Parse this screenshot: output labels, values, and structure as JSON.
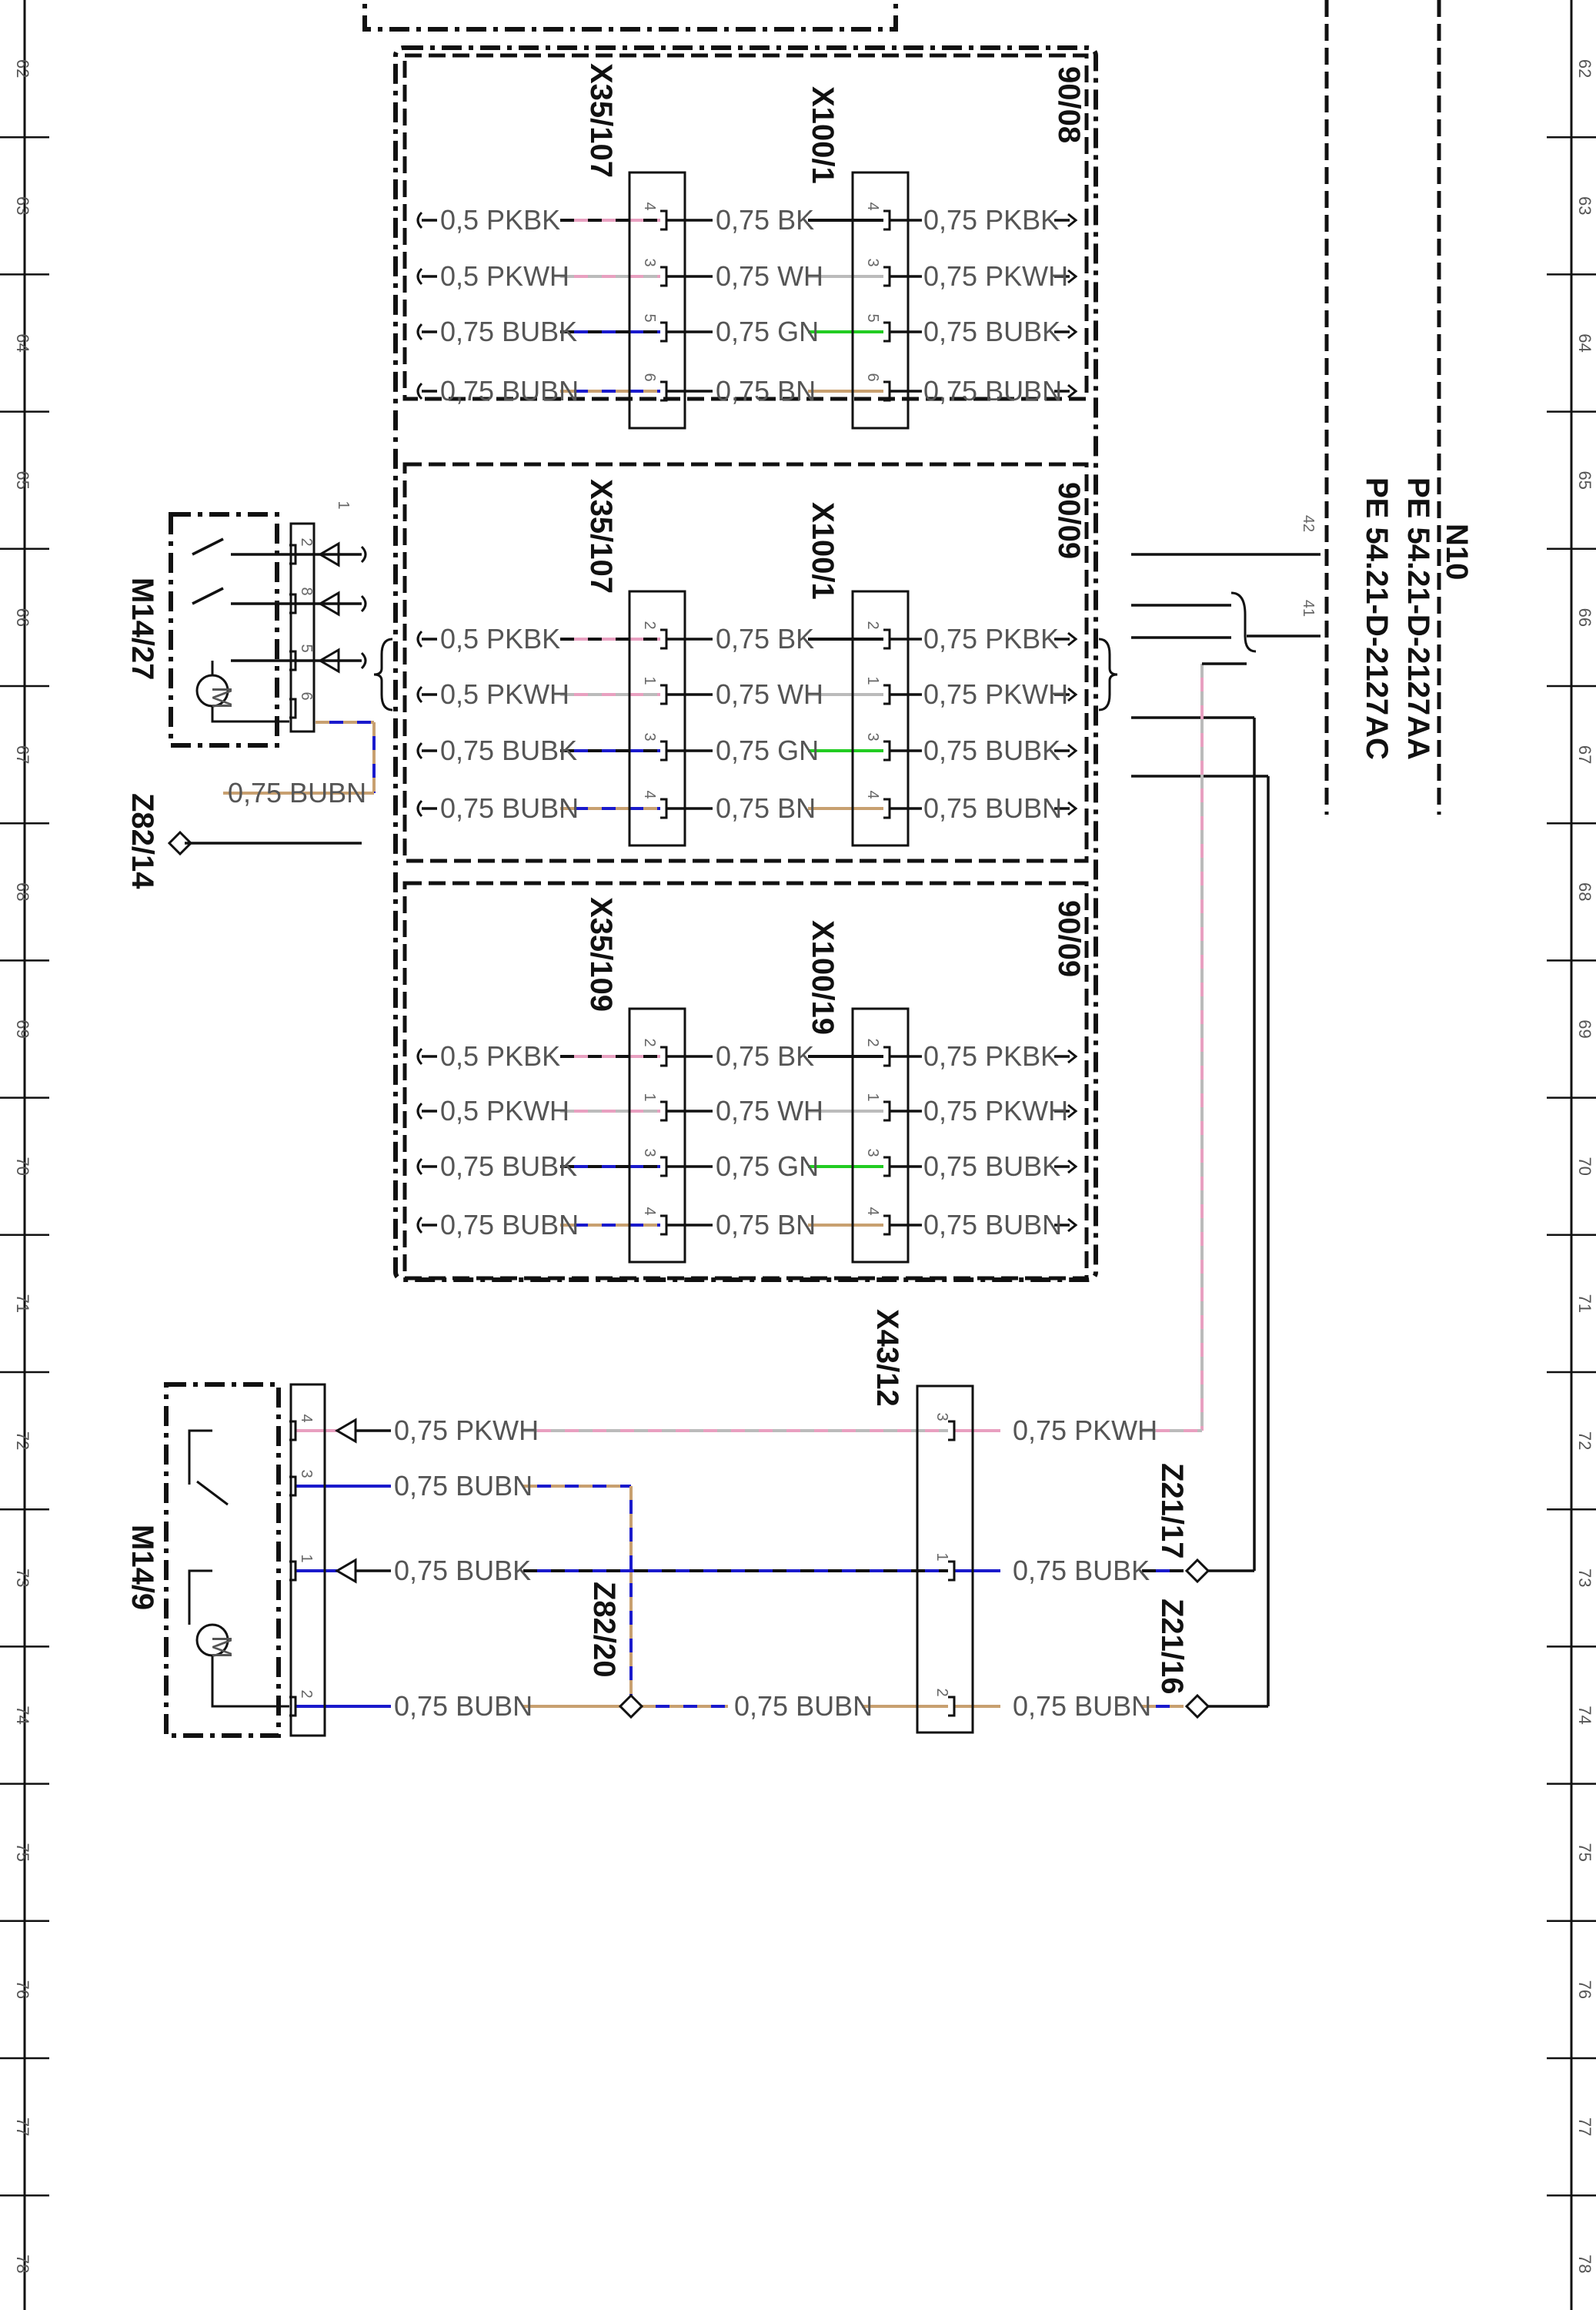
{
  "row_numbers": [
    "62",
    "63",
    "64",
    "65",
    "66",
    "67",
    "68",
    "69",
    "70",
    "71",
    "72",
    "73",
    "74",
    "75",
    "76",
    "77",
    "78"
  ],
  "page_refs": [
    "90/08",
    "90/09",
    "90/09"
  ],
  "connectors": {
    "x35_top": "X35/107",
    "x100_top": "X100/1",
    "x35_mid": "X35/107",
    "x100_mid": "X100/1",
    "x35_bot": "X35/109",
    "x100_bot": "X100/19",
    "x43": "X43/12"
  },
  "components": {
    "m14_27": "M14/27",
    "m14_9": "M14/9",
    "z82_14": "Z82/14",
    "z82_20": "Z82/20",
    "z21_17": "Z21/17",
    "z21_16": "Z21/16",
    "n10": "N10",
    "pe1": "PE 54.21-D-2127AA",
    "pe2": "PE 54.21-D-2127AC"
  },
  "wire_groups": [
    {
      "left": [
        "0,5 PKBK",
        "0,5 PKWH",
        "0,75 BUBK",
        "0,75 BUBN"
      ],
      "middle": [
        "0,75 BK",
        "0,75 WH",
        "0,75 GN",
        "0,75 BN"
      ],
      "right": [
        "0,75 PKBK",
        "0,75 PKWH",
        "0,75 BUBK",
        "0,75 BUBN"
      ],
      "pins_left": [
        "4",
        "3",
        "5",
        "6"
      ],
      "pins_right": [
        "4",
        "3",
        "5",
        "6"
      ]
    },
    {
      "left": [
        "0,5 PKBK",
        "0,5 PKWH",
        "0,75 BUBK",
        "0,75 BUBN"
      ],
      "middle": [
        "0,75 BK",
        "0,75 WH",
        "0,75 GN",
        "0,75 BN"
      ],
      "right": [
        "0,75 PKBK",
        "0,75 PKWH",
        "0,75 BUBK",
        "0,75 BUBN"
      ],
      "pins_left": [
        "2",
        "1",
        "3",
        "4"
      ],
      "pins_right": [
        "2",
        "1",
        "3",
        "4"
      ]
    },
    {
      "left": [
        "0,5 PKBK",
        "0,5 PKWH",
        "0,75 BUBK",
        "0,75 BUBN"
      ],
      "middle": [
        "0,75 BK",
        "0,75 WH",
        "0,75 GN",
        "0,75 BN"
      ],
      "right": [
        "0,75 PKBK",
        "0,75 PKWH",
        "0,75 BUBK",
        "0,75 BUBN"
      ],
      "pins_left": [
        "2",
        "1",
        "3",
        "4"
      ],
      "pins_right": [
        "2",
        "1",
        "3",
        "4"
      ]
    }
  ],
  "m14_27_pins": [
    "1",
    "2",
    "8",
    "5",
    "6"
  ],
  "m14_27_wire": "0,75 BUBN",
  "m14_9_pins": [
    "4",
    "3",
    "1",
    "2"
  ],
  "m14_9_wires": [
    "0,75 PKWH",
    "0,75 BUBN",
    "0,75 BUBK",
    "0,75 BUBN"
  ],
  "x43_pins": [
    "3",
    "1",
    "2"
  ],
  "x43_wires": [
    "0,75 PKWH",
    "0,75 BUBK",
    "0,75 BUBN"
  ],
  "z82_20_wire": "0,75 BUBN",
  "n10_pins": [
    "42",
    "41"
  ],
  "motor_symbol": "M",
  "colors": {
    "PK": "#e8a0c0",
    "BK": "#111111",
    "WH": "#bbbbbb",
    "GN": "#22cc22",
    "BU": "#1a1acc",
    "BN": "#c8a070"
  }
}
